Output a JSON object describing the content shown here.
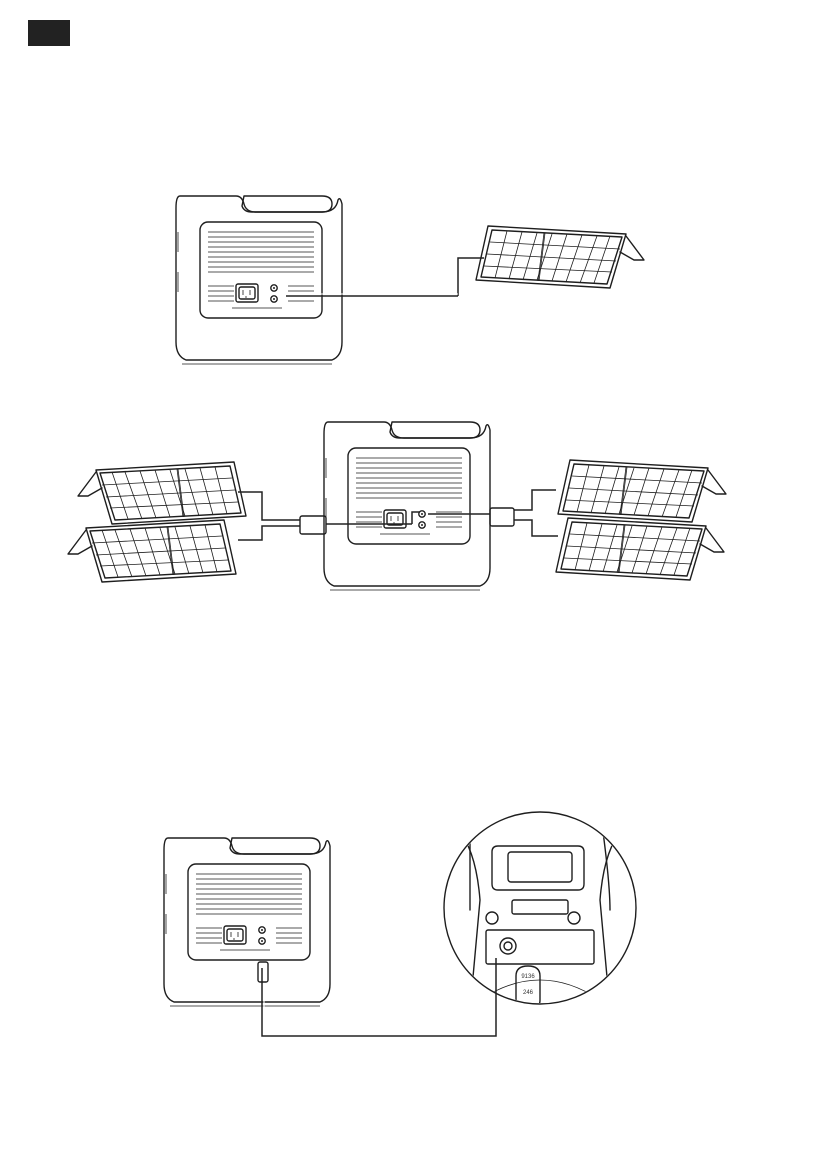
{
  "page": {
    "bottom_text": ""
  },
  "diagrams": [
    {
      "id": "single-panel",
      "icons": [
        "power-station-back-view",
        "solar-panel",
        "ac-outlet"
      ]
    },
    {
      "id": "four-panel",
      "icons": [
        "power-station-back-view",
        "solar-panel",
        "parallel-connector"
      ]
    },
    {
      "id": "car-charge",
      "icons": [
        "power-station-back-view",
        "car-12v-socket-zoom"
      ]
    }
  ],
  "car_socket": {
    "top_text": "9136",
    "bottom_text": "246"
  }
}
